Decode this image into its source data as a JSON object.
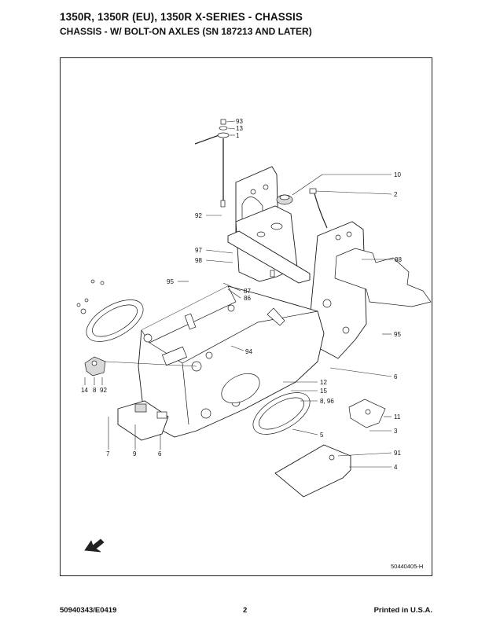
{
  "header": {
    "title": "1350R, 1350R (EU), 1350R X-SERIES -  CHASSIS",
    "subtitle": "CHASSIS - W/ BOLT-ON AXLES (SN 187213 AND LATER)"
  },
  "diagram": {
    "drawing_number": "50440405-H",
    "callouts": {
      "c93": "93",
      "c13": "13",
      "c1": "1",
      "c10": "10",
      "c2": "2",
      "c92a": "92",
      "c88": "88",
      "c97": "97",
      "c98": "98",
      "c95a": "95",
      "c87": "87",
      "c86": "86",
      "c95b": "95",
      "c94": "94",
      "c6a": "6",
      "c14": "14",
      "c8": "8",
      "c92b": "92",
      "c12": "12",
      "c15": "15",
      "c896": "8, 96",
      "c11": "11",
      "c3": "3",
      "c5": "5",
      "c7": "7",
      "c9": "9",
      "c6b": "6",
      "c91": "91",
      "c4": "4"
    }
  },
  "footer": {
    "doc_number": "50940343/E0419",
    "page": "2",
    "printed": "Printed in U.S.A."
  }
}
